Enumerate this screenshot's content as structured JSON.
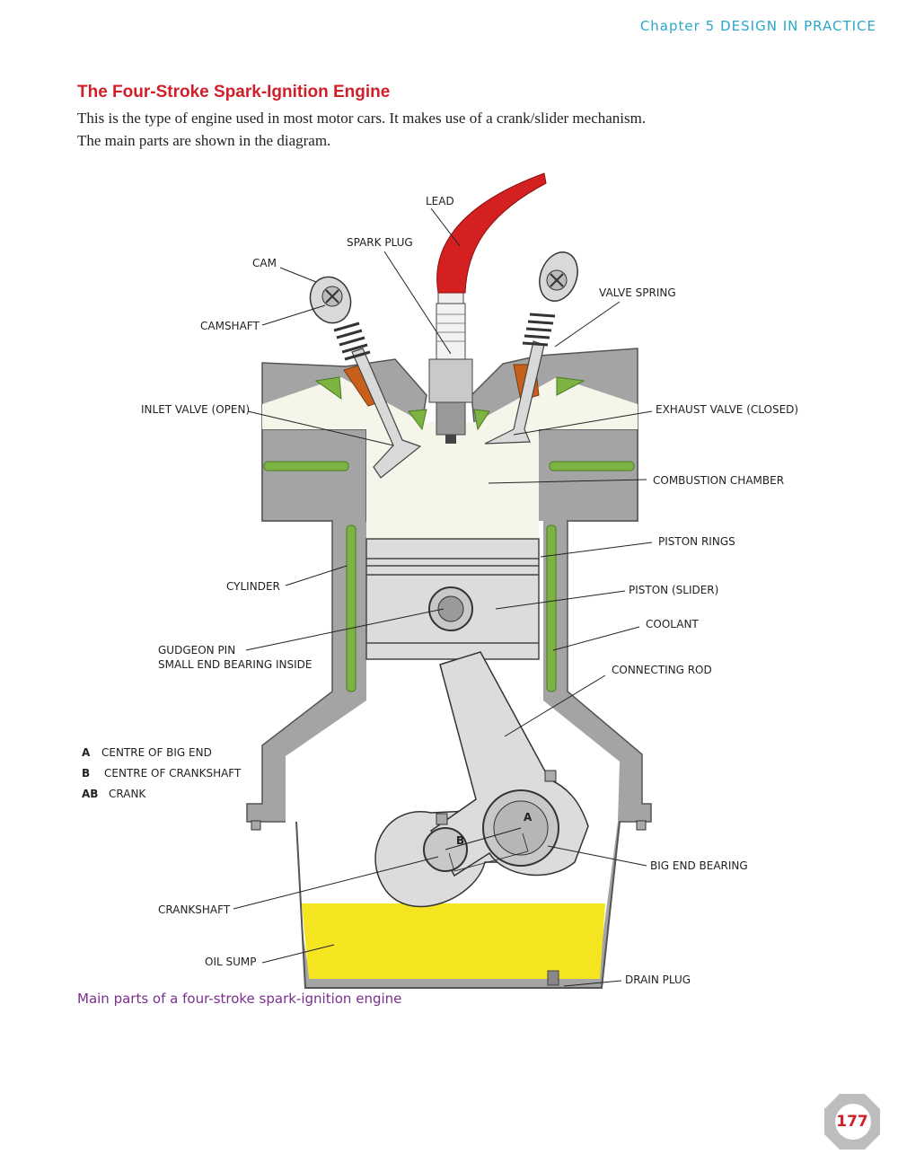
{
  "header": {
    "chapter": "Chapter 5",
    "section": "DESIGN IN PRACTICE"
  },
  "title": "The Four-Stroke Spark-Ignition Engine",
  "intro": [
    "This is the type of engine used in most motor cars. It makes use of a crank/slider mechanism.",
    "The main parts are shown in the diagram."
  ],
  "labels": {
    "lead": "LEAD",
    "spark_plug": "SPARK PLUG",
    "cam": "CAM",
    "camshaft": "CAMSHAFT",
    "valve_spring": "VALVE SPRING",
    "inlet_valve": "INLET VALVE (OPEN)",
    "exhaust_valve": "EXHAUST VALVE (CLOSED)",
    "combustion_chamber": "COMBUSTION CHAMBER",
    "piston_rings": "PISTON RINGS",
    "cylinder": "CYLINDER",
    "piston": "PISTON (SLIDER)",
    "coolant": "COOLANT",
    "gudgeon_pin_1": "GUDGEON PIN",
    "gudgeon_pin_2": "SMALL END BEARING INSIDE",
    "connecting_rod": "CONNECTING ROD",
    "big_end_bearing": "BIG END BEARING",
    "crankshaft": "CRANKSHAFT",
    "oil_sump": "OIL SUMP",
    "drain_plug": "DRAIN PLUG",
    "point_a": "A",
    "point_b": "B"
  },
  "legend": [
    {
      "key": "A",
      "text": "CENTRE OF BIG END"
    },
    {
      "key": "B",
      "text": "CENTRE OF CRANKSHAFT"
    },
    {
      "key": "AB",
      "text": "CRANK"
    }
  ],
  "caption": "Main parts of a four-stroke spark-ignition engine",
  "page_number": "177",
  "colors": {
    "title": "#d11f2a",
    "header": "#2aa7c9",
    "caption": "#7a2f8f",
    "engine_body": "#a4a4a4",
    "coolant": "#7cb342",
    "oil": "#f5e520",
    "lead": "#d42020",
    "valve_seat": "#c8601c"
  }
}
